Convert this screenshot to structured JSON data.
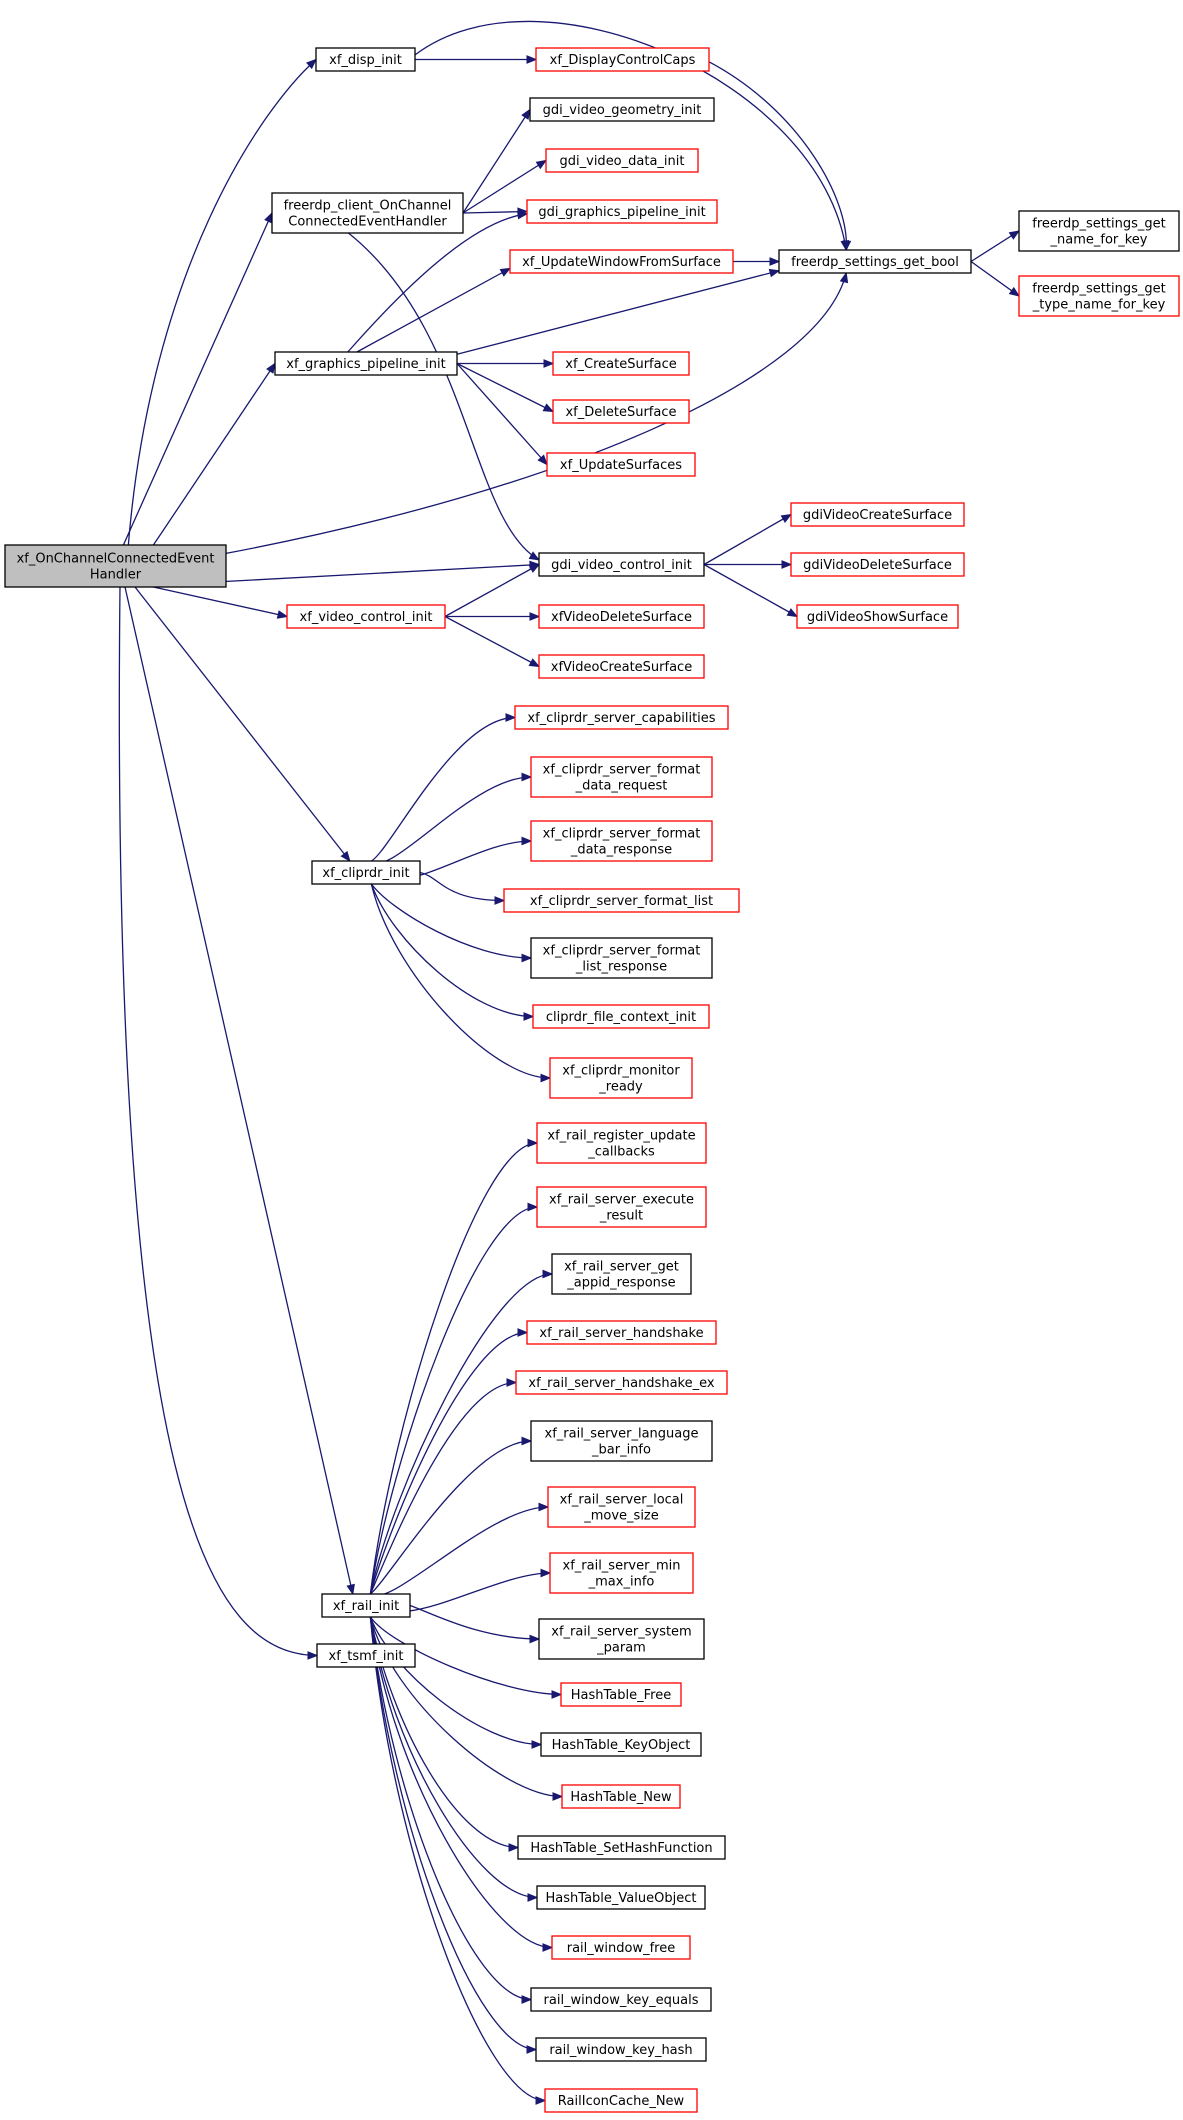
{
  "graph": {
    "colors": {
      "edge": "#191970",
      "root_fill": "#bfbfbf",
      "ref_border": "#ff0000",
      "plain_border": "#000000"
    },
    "nodes": [
      {
        "id": "root",
        "lines": [
          "xf_OnChannelConnectedEvent",
          "Handler"
        ],
        "style": "root"
      },
      {
        "id": "disp_init",
        "lines": [
          "xf_disp_init"
        ],
        "style": "plain"
      },
      {
        "id": "freerdp_client",
        "lines": [
          "freerdp_client_OnChannel",
          "ConnectedEventHandler"
        ],
        "style": "plain"
      },
      {
        "id": "xf_gfx_init",
        "lines": [
          "xf_graphics_pipeline_init"
        ],
        "style": "plain"
      },
      {
        "id": "xf_video_ctrl",
        "lines": [
          "xf_video_control_init"
        ],
        "style": "red"
      },
      {
        "id": "cliprdr_init",
        "lines": [
          "xf_cliprdr_init"
        ],
        "style": "plain"
      },
      {
        "id": "rail_init",
        "lines": [
          "xf_rail_init"
        ],
        "style": "plain"
      },
      {
        "id": "tsmf_init",
        "lines": [
          "xf_tsmf_init"
        ],
        "style": "plain"
      },
      {
        "id": "display_caps",
        "lines": [
          "xf_DisplayControlCaps"
        ],
        "style": "red"
      },
      {
        "id": "gdi_geom",
        "lines": [
          "gdi_video_geometry_init"
        ],
        "style": "plain"
      },
      {
        "id": "gdi_data",
        "lines": [
          "gdi_video_data_init"
        ],
        "style": "red"
      },
      {
        "id": "gdi_gfx",
        "lines": [
          "gdi_graphics_pipeline_init"
        ],
        "style": "red"
      },
      {
        "id": "update_window",
        "lines": [
          "xf_UpdateWindowFromSurface"
        ],
        "style": "red"
      },
      {
        "id": "create_surface",
        "lines": [
          "xf_CreateSurface"
        ],
        "style": "red"
      },
      {
        "id": "delete_surface",
        "lines": [
          "xf_DeleteSurface"
        ],
        "style": "red"
      },
      {
        "id": "update_surfaces",
        "lines": [
          "xf_UpdateSurfaces"
        ],
        "style": "red"
      },
      {
        "id": "gdi_video_ctrl",
        "lines": [
          "gdi_video_control_init"
        ],
        "style": "plain"
      },
      {
        "id": "xf_video_delete",
        "lines": [
          "xfVideoDeleteSurface"
        ],
        "style": "red"
      },
      {
        "id": "xf_video_create",
        "lines": [
          "xfVideoCreateSurface"
        ],
        "style": "red"
      },
      {
        "id": "settings_bool",
        "lines": [
          "freerdp_settings_get_bool"
        ],
        "style": "plain"
      },
      {
        "id": "settings_name",
        "lines": [
          "freerdp_settings_get",
          "_name_for_key"
        ],
        "style": "plain"
      },
      {
        "id": "settings_type",
        "lines": [
          "freerdp_settings_get",
          "_type_name_for_key"
        ],
        "style": "red"
      },
      {
        "id": "gdi_create",
        "lines": [
          "gdiVideoCreateSurface"
        ],
        "style": "red"
      },
      {
        "id": "gdi_delete",
        "lines": [
          "gdiVideoDeleteSurface"
        ],
        "style": "red"
      },
      {
        "id": "gdi_show",
        "lines": [
          "gdiVideoShowSurface"
        ],
        "style": "red"
      },
      {
        "id": "clip_caps",
        "lines": [
          "xf_cliprdr_server_capabilities"
        ],
        "style": "red"
      },
      {
        "id": "clip_fdreq",
        "lines": [
          "xf_cliprdr_server_format",
          "_data_request"
        ],
        "style": "red"
      },
      {
        "id": "clip_fdresp",
        "lines": [
          "xf_cliprdr_server_format",
          "_data_response"
        ],
        "style": "red"
      },
      {
        "id": "clip_flist",
        "lines": [
          "xf_cliprdr_server_format_list"
        ],
        "style": "red"
      },
      {
        "id": "clip_flresp",
        "lines": [
          "xf_cliprdr_server_format",
          "_list_response"
        ],
        "style": "plain"
      },
      {
        "id": "clip_filectx",
        "lines": [
          "cliprdr_file_context_init"
        ],
        "style": "red"
      },
      {
        "id": "clip_monitor",
        "lines": [
          "xf_cliprdr_monitor",
          "_ready"
        ],
        "style": "red"
      },
      {
        "id": "rail_register",
        "lines": [
          "xf_rail_register_update",
          "_callbacks"
        ],
        "style": "red"
      },
      {
        "id": "rail_exec",
        "lines": [
          "xf_rail_server_execute",
          "_result"
        ],
        "style": "red"
      },
      {
        "id": "rail_appid",
        "lines": [
          "xf_rail_server_get",
          "_appid_response"
        ],
        "style": "plain"
      },
      {
        "id": "rail_hs",
        "lines": [
          "xf_rail_server_handshake"
        ],
        "style": "red"
      },
      {
        "id": "rail_hsex",
        "lines": [
          "xf_rail_server_handshake_ex"
        ],
        "style": "red"
      },
      {
        "id": "rail_lang",
        "lines": [
          "xf_rail_server_language",
          "_bar_info"
        ],
        "style": "plain"
      },
      {
        "id": "rail_local",
        "lines": [
          "xf_rail_server_local",
          "_move_size"
        ],
        "style": "red"
      },
      {
        "id": "rail_minmax",
        "lines": [
          "xf_rail_server_min",
          "_max_info"
        ],
        "style": "red"
      },
      {
        "id": "rail_sysparam",
        "lines": [
          "xf_rail_server_system",
          "_param"
        ],
        "style": "plain"
      },
      {
        "id": "ht_free",
        "lines": [
          "HashTable_Free"
        ],
        "style": "red"
      },
      {
        "id": "ht_keyobj",
        "lines": [
          "HashTable_KeyObject"
        ],
        "style": "plain"
      },
      {
        "id": "ht_new",
        "lines": [
          "HashTable_New"
        ],
        "style": "red"
      },
      {
        "id": "ht_sethash",
        "lines": [
          "HashTable_SetHashFunction"
        ],
        "style": "plain"
      },
      {
        "id": "ht_valobj",
        "lines": [
          "HashTable_ValueObject"
        ],
        "style": "plain"
      },
      {
        "id": "rw_free",
        "lines": [
          "rail_window_free"
        ],
        "style": "red"
      },
      {
        "id": "rw_keyeq",
        "lines": [
          "rail_window_key_equals"
        ],
        "style": "plain"
      },
      {
        "id": "rw_keyhash",
        "lines": [
          "rail_window_key_hash"
        ],
        "style": "plain"
      },
      {
        "id": "rail_icon",
        "lines": [
          "RailIconCache_New"
        ],
        "style": "red"
      }
    ],
    "edges": [
      [
        "root",
        "disp_init"
      ],
      [
        "root",
        "freerdp_client"
      ],
      [
        "root",
        "xf_gfx_init"
      ],
      [
        "root",
        "settings_bool"
      ],
      [
        "root",
        "gdi_video_ctrl"
      ],
      [
        "root",
        "xf_video_ctrl"
      ],
      [
        "root",
        "cliprdr_init"
      ],
      [
        "root",
        "rail_init"
      ],
      [
        "root",
        "tsmf_init"
      ],
      [
        "disp_init",
        "display_caps"
      ],
      [
        "disp_init",
        "settings_bool"
      ],
      [
        "display_caps",
        "settings_bool"
      ],
      [
        "freerdp_client",
        "gdi_geom"
      ],
      [
        "freerdp_client",
        "gdi_data"
      ],
      [
        "freerdp_client",
        "gdi_gfx"
      ],
      [
        "freerdp_client",
        "gdi_video_ctrl"
      ],
      [
        "xf_gfx_init",
        "gdi_gfx"
      ],
      [
        "xf_gfx_init",
        "update_window"
      ],
      [
        "xf_gfx_init",
        "settings_bool"
      ],
      [
        "xf_gfx_init",
        "create_surface"
      ],
      [
        "xf_gfx_init",
        "delete_surface"
      ],
      [
        "xf_gfx_init",
        "update_surfaces"
      ],
      [
        "update_window",
        "settings_bool"
      ],
      [
        "settings_bool",
        "settings_name"
      ],
      [
        "settings_bool",
        "settings_type"
      ],
      [
        "gdi_video_ctrl",
        "gdi_create"
      ],
      [
        "gdi_video_ctrl",
        "gdi_delete"
      ],
      [
        "gdi_video_ctrl",
        "gdi_show"
      ],
      [
        "xf_video_ctrl",
        "gdi_video_ctrl"
      ],
      [
        "xf_video_ctrl",
        "xf_video_delete"
      ],
      [
        "xf_video_ctrl",
        "xf_video_create"
      ],
      [
        "cliprdr_init",
        "clip_caps"
      ],
      [
        "cliprdr_init",
        "clip_fdreq"
      ],
      [
        "cliprdr_init",
        "clip_fdresp"
      ],
      [
        "cliprdr_init",
        "clip_flist"
      ],
      [
        "cliprdr_init",
        "clip_flresp"
      ],
      [
        "cliprdr_init",
        "clip_filectx"
      ],
      [
        "cliprdr_init",
        "clip_monitor"
      ],
      [
        "rail_init",
        "rail_register"
      ],
      [
        "rail_init",
        "rail_exec"
      ],
      [
        "rail_init",
        "rail_appid"
      ],
      [
        "rail_init",
        "rail_hs"
      ],
      [
        "rail_init",
        "rail_hsex"
      ],
      [
        "rail_init",
        "rail_lang"
      ],
      [
        "rail_init",
        "rail_local"
      ],
      [
        "rail_init",
        "rail_minmax"
      ],
      [
        "rail_init",
        "rail_sysparam"
      ],
      [
        "rail_init",
        "ht_free"
      ],
      [
        "rail_init",
        "ht_keyobj"
      ],
      [
        "rail_init",
        "ht_new"
      ],
      [
        "rail_init",
        "ht_sethash"
      ],
      [
        "rail_init",
        "ht_valobj"
      ],
      [
        "rail_init",
        "rw_free"
      ],
      [
        "rail_init",
        "rw_keyeq"
      ],
      [
        "rail_init",
        "rw_keyhash"
      ],
      [
        "rail_init",
        "rail_icon"
      ]
    ]
  }
}
